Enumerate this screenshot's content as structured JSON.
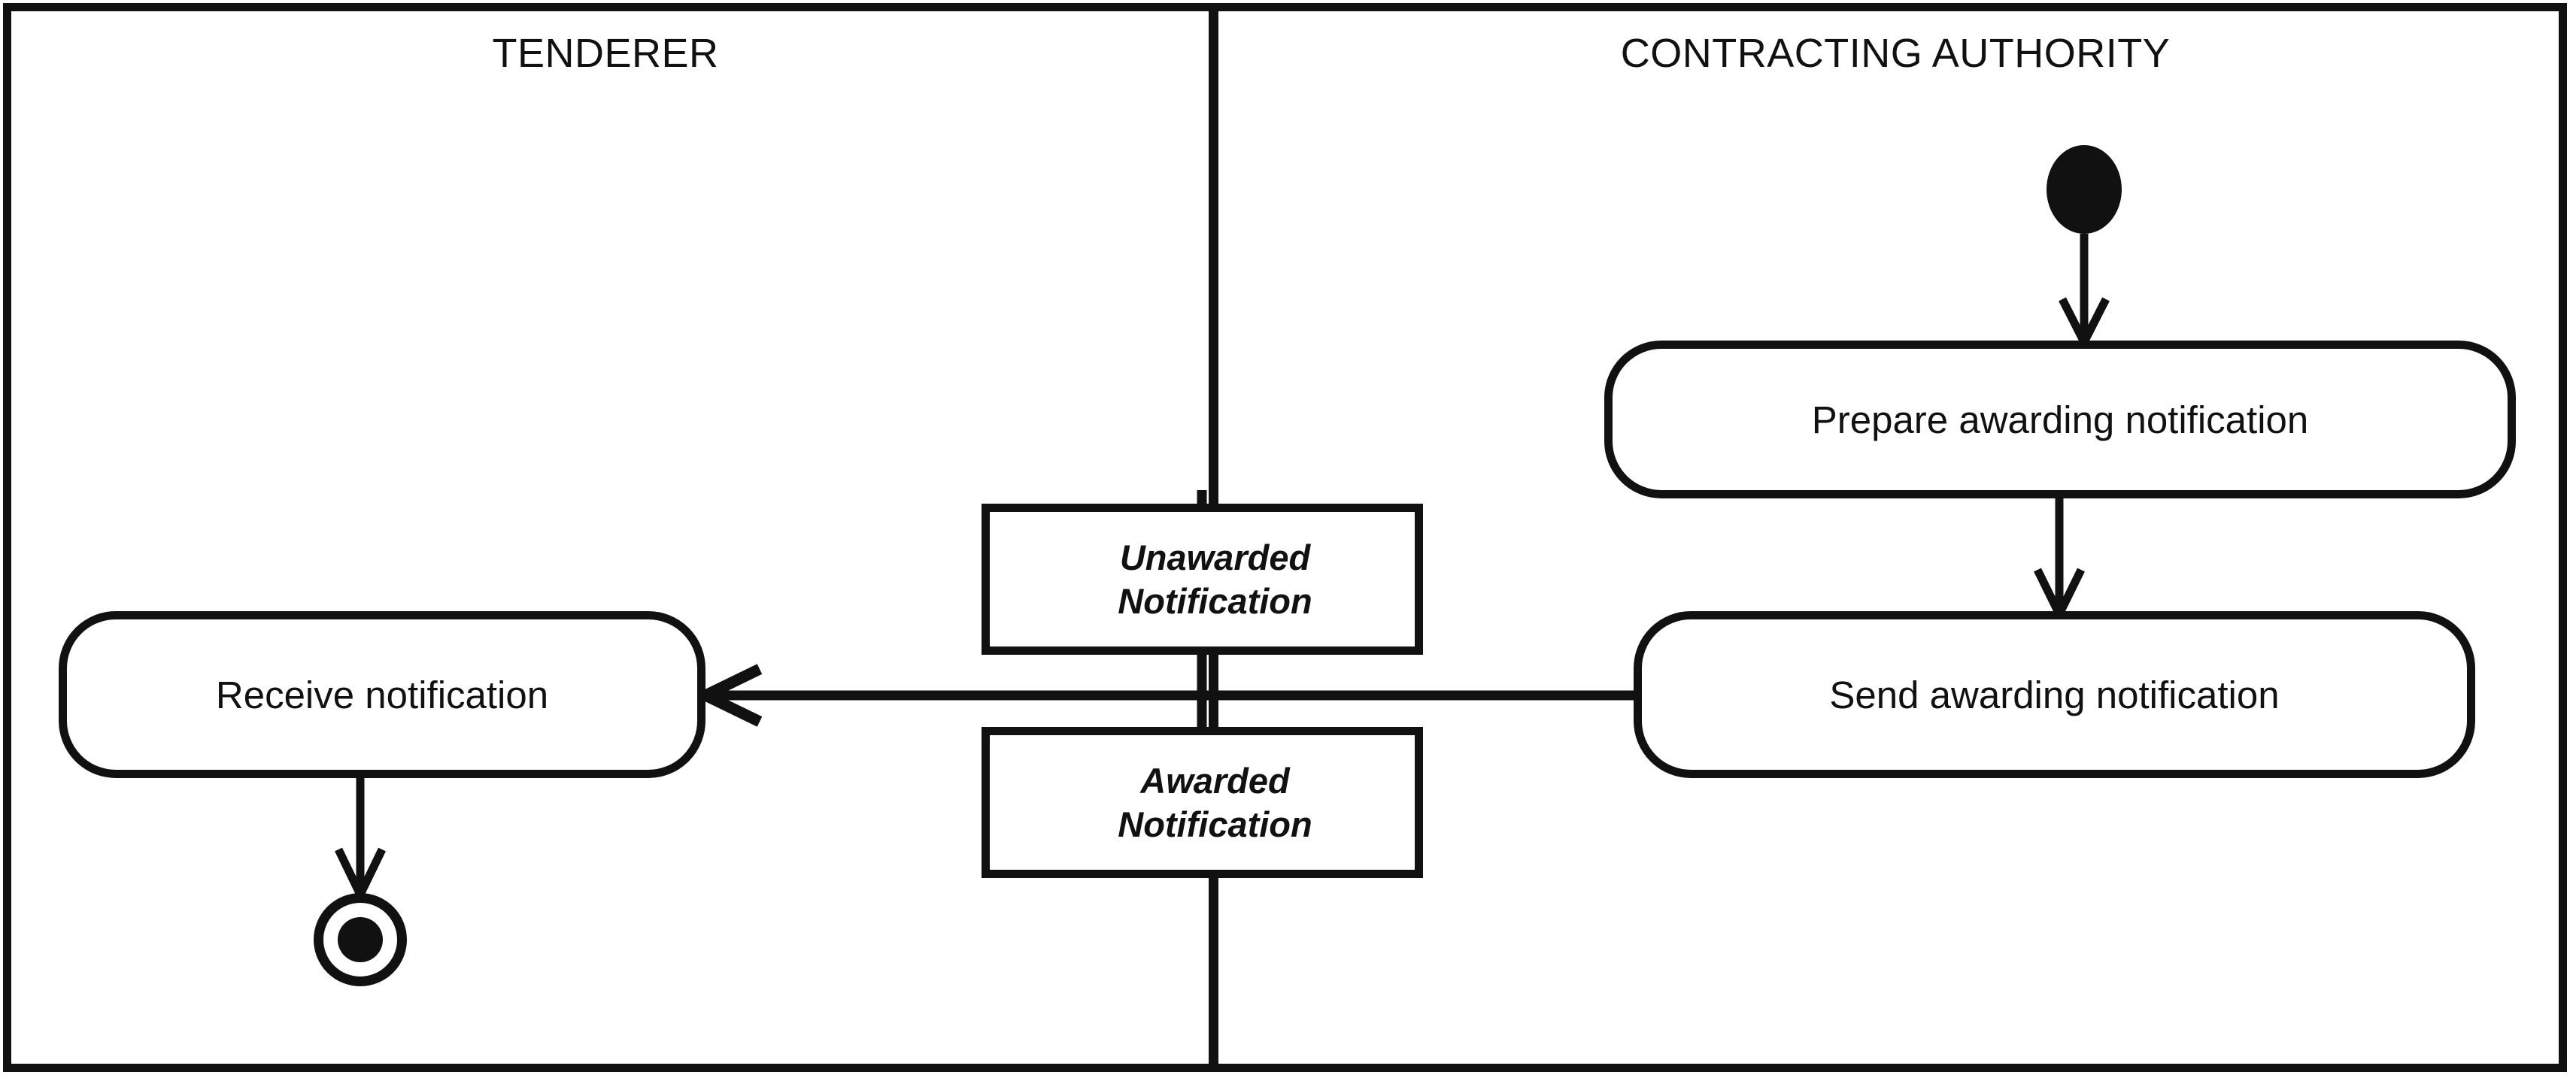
{
  "diagram": {
    "type": "uml-activity-diagram",
    "title": "",
    "colors": {
      "stroke": "#111111",
      "background": "#ffffff",
      "text": "#111111"
    },
    "lanes": [
      {
        "id": "tenderer",
        "label": "TENDERER"
      },
      {
        "id": "contracting-authority",
        "label": "CONTRACTING AUTHORITY"
      }
    ],
    "nodes": {
      "initial": {
        "kind": "initial-node",
        "lane": "contracting-authority",
        "label": ""
      },
      "prepare": {
        "kind": "action",
        "lane": "contracting-authority",
        "label": "Prepare awarding notification"
      },
      "send": {
        "kind": "action",
        "lane": "contracting-authority",
        "label": "Send awarding notification"
      },
      "receive": {
        "kind": "action",
        "lane": "tenderer",
        "label": "Receive notification"
      },
      "final": {
        "kind": "final-node",
        "lane": "tenderer",
        "label": ""
      }
    },
    "objects": [
      {
        "id": "unawarded",
        "line1": "Unawarded",
        "line2": "Notification"
      },
      {
        "id": "awarded",
        "line1": "Awarded",
        "line2": "Notification"
      }
    ],
    "edges": [
      {
        "from": "initial",
        "to": "prepare",
        "direction": "down",
        "label": ""
      },
      {
        "from": "prepare",
        "to": "send",
        "direction": "down",
        "label": ""
      },
      {
        "from": "send",
        "to": "receive",
        "direction": "left",
        "label": ""
      },
      {
        "from": "receive",
        "to": "final",
        "direction": "down",
        "label": ""
      }
    ]
  }
}
